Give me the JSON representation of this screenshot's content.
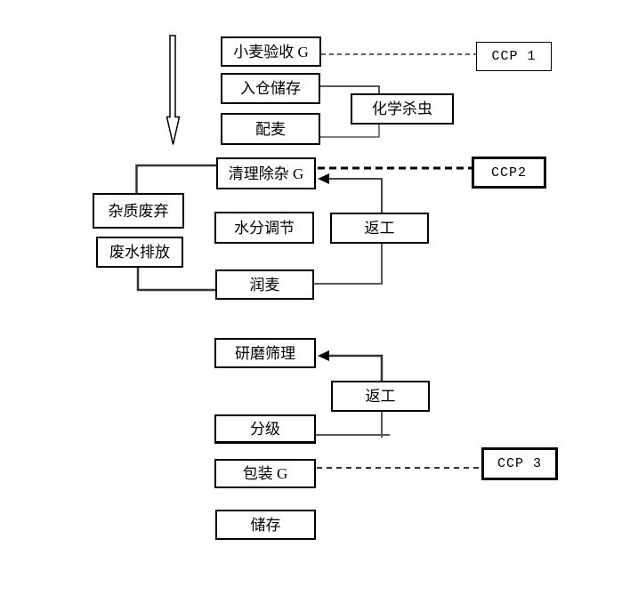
{
  "diagram": {
    "type": "flowchart",
    "colors": {
      "background": "#ffffff",
      "box_fill": "#ffffff",
      "box_border": "#000000",
      "connector_gray": "#555555",
      "connector_dark": "#333333",
      "text": "#000000"
    },
    "nodes": [
      {
        "id": "wheat-acceptance",
        "label": "小麦验收 G"
      },
      {
        "id": "ccp1",
        "label": "CCP 1"
      },
      {
        "id": "storage-in",
        "label": "入仓储存"
      },
      {
        "id": "chemical-insecticide",
        "label": "化学杀虫"
      },
      {
        "id": "wheat-blending",
        "label": "配麦"
      },
      {
        "id": "cleaning",
        "label": "清理除杂 G"
      },
      {
        "id": "ccp2",
        "label": "CCP2"
      },
      {
        "id": "impurity-disposal",
        "label": "杂质废弃"
      },
      {
        "id": "wastewater-discharge",
        "label": "废水排放"
      },
      {
        "id": "moisture-adjustment",
        "label": "水分调节"
      },
      {
        "id": "rework-upper",
        "label": "返工"
      },
      {
        "id": "wheat-conditioning",
        "label": "润麦"
      },
      {
        "id": "grinding-sieving",
        "label": "研磨筛理"
      },
      {
        "id": "rework-lower",
        "label": "返工"
      },
      {
        "id": "grading",
        "label": "分级"
      },
      {
        "id": "packaging",
        "label": "包装 G"
      },
      {
        "id": "ccp3",
        "label": "CCP 3"
      },
      {
        "id": "final-storage",
        "label": "储存"
      }
    ]
  }
}
